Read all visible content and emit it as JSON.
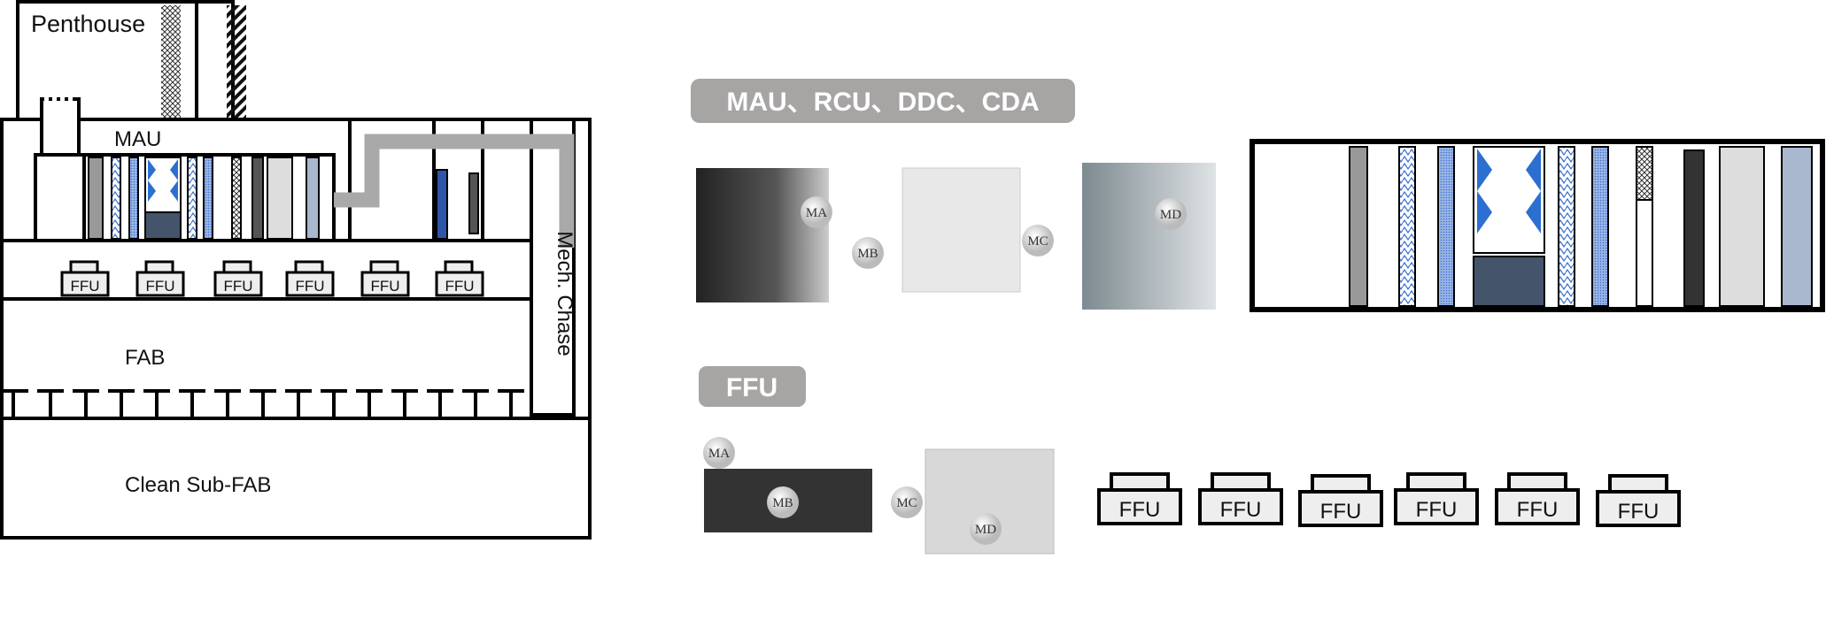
{
  "building": {
    "penthouse": "Penthouse",
    "mau": "MAU",
    "fab": "FAB",
    "sub_fab": "Clean Sub-FAB",
    "mech_chase": "Mech. Chase",
    "ffu_units": [
      "FFU",
      "FFU",
      "FFU",
      "FFU",
      "FFU",
      "FFU"
    ]
  },
  "mau_section": {
    "title": "MAU、RCU、DDC、CDA",
    "filters": [
      "MA",
      "MB",
      "MC",
      "MD"
    ]
  },
  "ffu_section": {
    "title": "FFU",
    "filters": [
      "MA",
      "MB",
      "MC",
      "MD"
    ],
    "ffu_units": [
      "FFU",
      "FFU",
      "FFU",
      "FFU",
      "FFU",
      "FFU"
    ]
  },
  "colors": {
    "pill": "#a7a4a4",
    "duct": "#a9a9a9",
    "blue": "#2d6fd0",
    "dark": "#44546a",
    "steel": "#a9b7cf"
  }
}
